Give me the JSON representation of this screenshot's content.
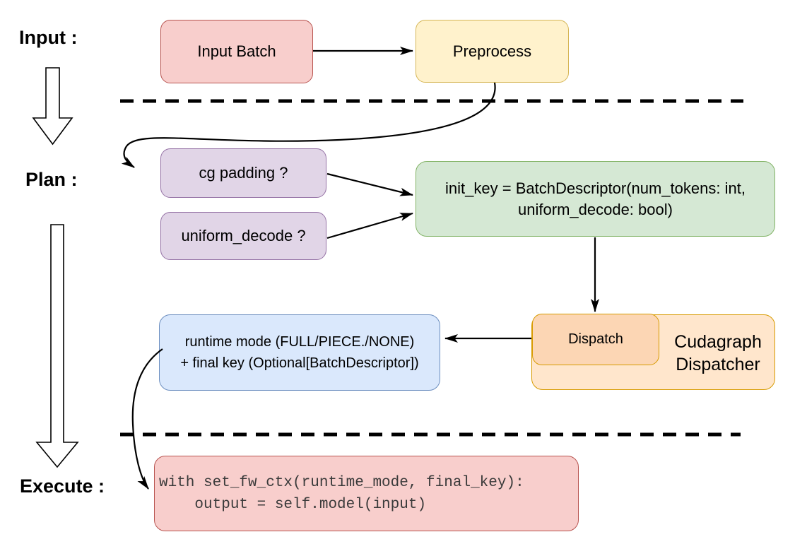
{
  "background": "#ffffff",
  "stages": {
    "input": "Input :",
    "plan": "Plan :",
    "execute": "Execute :"
  },
  "nodes": {
    "input_batch": {
      "label": "Input Batch",
      "fill": "#f8cecc",
      "stroke": "#b85450"
    },
    "preprocess": {
      "label": "Preprocess",
      "fill": "#fff2cc",
      "stroke": "#d6b656"
    },
    "cg_padding": {
      "label": "cg padding ?",
      "fill": "#e1d5e7",
      "stroke": "#9673a6"
    },
    "uniform_decode": {
      "label": "uniform_decode ?",
      "fill": "#e1d5e7",
      "stroke": "#9673a6"
    },
    "init_key": {
      "line1": "init_key = BatchDescriptor(num_tokens: int,",
      "line2": "uniform_decode: bool)",
      "fill": "#d5e8d4",
      "stroke": "#82b366"
    },
    "dispatch": {
      "label": "Dispatch",
      "fill": "#fcd6b4",
      "stroke": "#d79b00"
    },
    "cudagraph_dispatcher": {
      "line1": "Cudagraph",
      "line2": "Dispatcher",
      "fill": "#ffe6cc",
      "stroke": "#d79b00"
    },
    "runtime_result": {
      "line1": "runtime mode (FULL/PIECE./NONE)",
      "line2": "+ final key (Optional[BatchDescriptor])",
      "fill": "#dae8fc",
      "stroke": "#6c8ebf"
    },
    "execute_code": {
      "line1": "with set_fw_ctx(runtime_mode, final_key):",
      "line2": "    output = self.model(input)",
      "fill": "#f8cecc",
      "stroke": "#b85450",
      "text_color": "#3a3a3a"
    }
  },
  "connector_color": "#000000"
}
